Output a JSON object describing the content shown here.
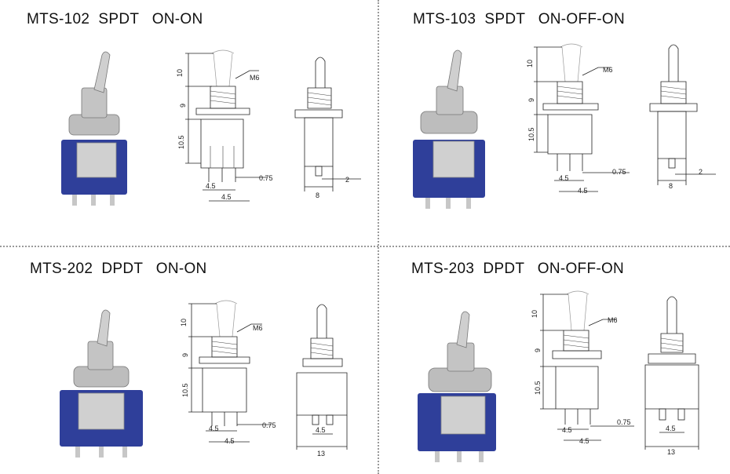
{
  "panels": [
    {
      "model": "MTS-102",
      "type": "SPDT",
      "action": "ON-ON",
      "dims": {
        "h1": "10",
        "h2": "9",
        "h3": "10.5",
        "thread": "M6",
        "pin_w": "0.75",
        "pitch_a": "4.5",
        "pitch_b": "4.5",
        "side_w": "8",
        "side_pin": "2"
      }
    },
    {
      "model": "MTS-103",
      "type": "SPDT",
      "action": "ON-OFF-ON",
      "dims": {
        "h1": "10",
        "h2": "9",
        "h3": "10.5",
        "thread": "M6",
        "pin_w": "0.75",
        "pitch_a": "4.5",
        "pitch_b": "4.5",
        "side_w": "8",
        "side_pin": "2"
      }
    },
    {
      "model": "MTS-202",
      "type": "DPDT",
      "action": "ON-ON",
      "dims": {
        "h1": "10",
        "h2": "9",
        "h3": "10.5",
        "thread": "M6",
        "pin_w": "0.75",
        "pitch_a": "4.5",
        "pitch_b": "4.5",
        "side_w": "13",
        "side_pitch": "4.5"
      }
    },
    {
      "model": "MTS-203",
      "type": "DPDT",
      "action": "ON-OFF-ON",
      "dims": {
        "h1": "10",
        "h2": "9",
        "h3": "10.5",
        "thread": "M6",
        "pin_w": "0.75",
        "pitch_a": "4.5",
        "pitch_b": "4.5",
        "side_w": "13",
        "side_pitch": "4.5"
      }
    }
  ],
  "colors": {
    "housing_blue": "#2f3f9a",
    "metal": "#c9c9c9",
    "divider": "#9a9a9a"
  }
}
